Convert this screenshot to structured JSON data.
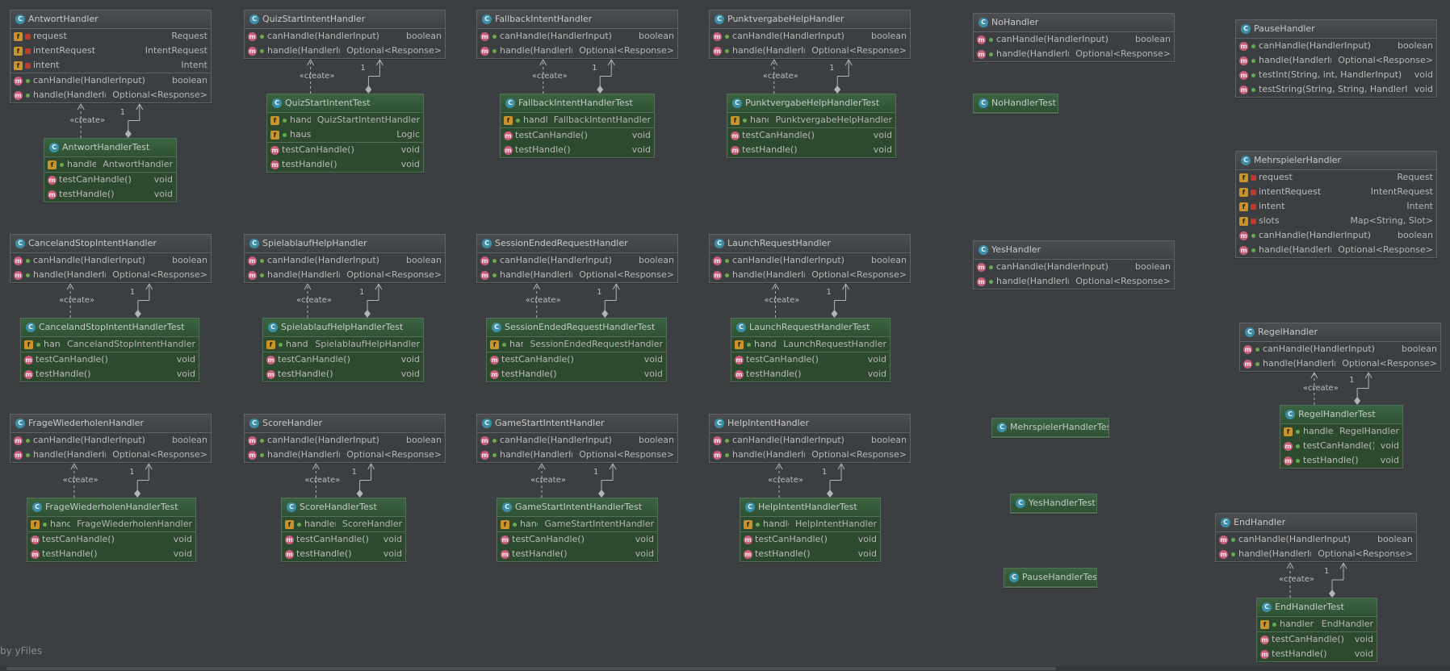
{
  "watermark": "by yFiles",
  "labels": {
    "create": "«create»",
    "one": "1"
  },
  "colors": {
    "background": "#3c3f41",
    "test_node": "#2d4a2f",
    "edge": "#b4b4b4"
  },
  "icons": {
    "class": "class-icon",
    "method": "method-icon",
    "field": "field-icon",
    "test_method": "test-method-icon"
  },
  "classes": [
    {
      "name": "AntwortHandler",
      "kind": "class",
      "members": [
        [
          {
            "icon": "f",
            "vis": "priv",
            "name": "request",
            "type": "Request"
          },
          {
            "icon": "f",
            "vis": "priv",
            "name": "intentRequest",
            "type": "IntentRequest"
          },
          {
            "icon": "f",
            "vis": "priv",
            "name": "intent",
            "type": "Intent"
          }
        ],
        [
          {
            "icon": "m",
            "vis": "pub",
            "name": "canHandle(HandlerInput)",
            "type": "boolean"
          },
          {
            "icon": "m",
            "vis": "pub",
            "name": "handle(HandlerInput)",
            "type": "Optional<Response>"
          }
        ]
      ]
    },
    {
      "name": "AntwortHandlerTest",
      "kind": "test",
      "members": [
        [
          {
            "icon": "f",
            "vis": "pub",
            "name": "handler",
            "type": "AntwortHandler"
          }
        ],
        [
          {
            "icon": "t",
            "vis": "none",
            "name": "testCanHandle()",
            "type": "void"
          },
          {
            "icon": "t",
            "vis": "none",
            "name": "testHandle()",
            "type": "void"
          }
        ]
      ]
    },
    {
      "name": "QuizStartIntentHandler",
      "kind": "class",
      "members": [
        [
          {
            "icon": "m",
            "vis": "pub",
            "name": "canHandle(HandlerInput)",
            "type": "boolean"
          },
          {
            "icon": "m",
            "vis": "pub",
            "name": "handle(HandlerInput)",
            "type": "Optional<Response>"
          }
        ]
      ]
    },
    {
      "name": "QuizStartIntentTest",
      "kind": "test",
      "members": [
        [
          {
            "icon": "f",
            "vis": "pub",
            "name": "handler",
            "type": "QuizStartIntentHandler"
          },
          {
            "icon": "f",
            "vis": "pub",
            "name": "haus",
            "type": "Logic"
          }
        ],
        [
          {
            "icon": "t",
            "vis": "none",
            "name": "testCanHandle()",
            "type": "void"
          },
          {
            "icon": "t",
            "vis": "none",
            "name": "testHandle()",
            "type": "void"
          }
        ]
      ]
    },
    {
      "name": "FallbackIntentHandler",
      "kind": "class",
      "members": [
        [
          {
            "icon": "m",
            "vis": "pub",
            "name": "canHandle(HandlerInput)",
            "type": "boolean"
          },
          {
            "icon": "m",
            "vis": "pub",
            "name": "handle(HandlerInput)",
            "type": "Optional<Response>"
          }
        ]
      ]
    },
    {
      "name": "FallbackIntentHandlerTest",
      "kind": "test",
      "members": [
        [
          {
            "icon": "f",
            "vis": "pub",
            "name": "handler",
            "type": "FallbackIntentHandler"
          }
        ],
        [
          {
            "icon": "t",
            "vis": "none",
            "name": "testCanHandle()",
            "type": "void"
          },
          {
            "icon": "t",
            "vis": "none",
            "name": "testHandle()",
            "type": "void"
          }
        ]
      ]
    },
    {
      "name": "PunktvergabeHelpHandler",
      "kind": "class",
      "members": [
        [
          {
            "icon": "m",
            "vis": "pub",
            "name": "canHandle(HandlerInput)",
            "type": "boolean"
          },
          {
            "icon": "m",
            "vis": "pub",
            "name": "handle(HandlerInput)",
            "type": "Optional<Response>"
          }
        ]
      ]
    },
    {
      "name": "PunktvergabeHelpHandlerTest",
      "kind": "test",
      "members": [
        [
          {
            "icon": "f",
            "vis": "pub",
            "name": "handler",
            "type": "PunktvergabeHelpHandler"
          }
        ],
        [
          {
            "icon": "t",
            "vis": "none",
            "name": "testCanHandle()",
            "type": "void"
          },
          {
            "icon": "t",
            "vis": "none",
            "name": "testHandle()",
            "type": "void"
          }
        ]
      ]
    },
    {
      "name": "NoHandler",
      "kind": "class",
      "members": [
        [
          {
            "icon": "m",
            "vis": "pub",
            "name": "canHandle(HandlerInput)",
            "type": "boolean"
          },
          {
            "icon": "m",
            "vis": "pub",
            "name": "handle(HandlerInput)",
            "type": "Optional<Response>"
          }
        ]
      ]
    },
    {
      "name": "NoHandlerTest",
      "kind": "test",
      "members": []
    },
    {
      "name": "PauseHandler",
      "kind": "class",
      "members": [
        [
          {
            "icon": "m",
            "vis": "pub",
            "name": "canHandle(HandlerInput)",
            "type": "boolean"
          },
          {
            "icon": "m",
            "vis": "pub",
            "name": "handle(HandlerInput)",
            "type": "Optional<Response>"
          },
          {
            "icon": "m",
            "vis": "pub",
            "name": "testInt(String, int, HandlerInput)",
            "type": "void"
          },
          {
            "icon": "m",
            "vis": "pub",
            "name": "testString(String, String, HandlerInput)",
            "type": "void"
          }
        ]
      ]
    },
    {
      "name": "MehrspielerHandler",
      "kind": "class",
      "members": [
        [
          {
            "icon": "f",
            "vis": "priv",
            "name": "request",
            "type": "Request"
          },
          {
            "icon": "f",
            "vis": "priv",
            "name": "intentRequest",
            "type": "IntentRequest"
          },
          {
            "icon": "f",
            "vis": "priv",
            "name": "intent",
            "type": "Intent"
          },
          {
            "icon": "f",
            "vis": "priv",
            "name": "slots",
            "type": "Map<String, Slot>"
          },
          {
            "icon": "m",
            "vis": "pub",
            "name": "canHandle(HandlerInput)",
            "type": "boolean"
          },
          {
            "icon": "m",
            "vis": "pub",
            "name": "handle(HandlerInput)",
            "type": "Optional<Response>"
          }
        ]
      ]
    },
    {
      "name": "CancelandStopIntentHandler",
      "kind": "class",
      "members": [
        [
          {
            "icon": "m",
            "vis": "pub",
            "name": "canHandle(HandlerInput)",
            "type": "boolean"
          },
          {
            "icon": "m",
            "vis": "pub",
            "name": "handle(HandlerInput)",
            "type": "Optional<Response>"
          }
        ]
      ]
    },
    {
      "name": "CancelandStopIntentHandlerTest",
      "kind": "test",
      "members": [
        [
          {
            "icon": "f",
            "vis": "pub",
            "name": "handler",
            "type": "CancelandStopIntentHandler"
          }
        ],
        [
          {
            "icon": "t",
            "vis": "none",
            "name": "testCanHandle()",
            "type": "void"
          },
          {
            "icon": "t",
            "vis": "none",
            "name": "testHandle()",
            "type": "void"
          }
        ]
      ]
    },
    {
      "name": "SpielablaufHelpHandler",
      "kind": "class",
      "members": [
        [
          {
            "icon": "m",
            "vis": "pub",
            "name": "canHandle(HandlerInput)",
            "type": "boolean"
          },
          {
            "icon": "m",
            "vis": "pub",
            "name": "handle(HandlerInput)",
            "type": "Optional<Response>"
          }
        ]
      ]
    },
    {
      "name": "SpielablaufHelpHandlerTest",
      "kind": "test",
      "members": [
        [
          {
            "icon": "f",
            "vis": "pub",
            "name": "handler",
            "type": "SpielablaufHelpHandler"
          }
        ],
        [
          {
            "icon": "t",
            "vis": "none",
            "name": "testCanHandle()",
            "type": "void"
          },
          {
            "icon": "t",
            "vis": "none",
            "name": "testHandle()",
            "type": "void"
          }
        ]
      ]
    },
    {
      "name": "SessionEndedRequestHandler",
      "kind": "class",
      "members": [
        [
          {
            "icon": "m",
            "vis": "pub",
            "name": "canHandle(HandlerInput)",
            "type": "boolean"
          },
          {
            "icon": "m",
            "vis": "pub",
            "name": "handle(HandlerInput)",
            "type": "Optional<Response>"
          }
        ]
      ]
    },
    {
      "name": "SessionEndedRequestHandlerTest",
      "kind": "test",
      "members": [
        [
          {
            "icon": "f",
            "vis": "pub",
            "name": "handler",
            "type": "SessionEndedRequestHandler"
          }
        ],
        [
          {
            "icon": "t",
            "vis": "none",
            "name": "testCanHandle()",
            "type": "void"
          },
          {
            "icon": "t",
            "vis": "none",
            "name": "testHandle()",
            "type": "void"
          }
        ]
      ]
    },
    {
      "name": "LaunchRequestHandler",
      "kind": "class",
      "members": [
        [
          {
            "icon": "m",
            "vis": "pub",
            "name": "canHandle(HandlerInput)",
            "type": "boolean"
          },
          {
            "icon": "m",
            "vis": "pub",
            "name": "handle(HandlerInput)",
            "type": "Optional<Response>"
          }
        ]
      ]
    },
    {
      "name": "LaunchRequestHandlerTest",
      "kind": "test",
      "members": [
        [
          {
            "icon": "f",
            "vis": "pub",
            "name": "handler",
            "type": "LaunchRequestHandler"
          }
        ],
        [
          {
            "icon": "t",
            "vis": "none",
            "name": "testCanHandle()",
            "type": "void"
          },
          {
            "icon": "t",
            "vis": "none",
            "name": "testHandle()",
            "type": "void"
          }
        ]
      ]
    },
    {
      "name": "YesHandler",
      "kind": "class",
      "members": [
        [
          {
            "icon": "m",
            "vis": "pub",
            "name": "canHandle(HandlerInput)",
            "type": "boolean"
          },
          {
            "icon": "m",
            "vis": "pub",
            "name": "handle(HandlerInput)",
            "type": "Optional<Response>"
          }
        ]
      ]
    },
    {
      "name": "RegelHandler",
      "kind": "class",
      "members": [
        [
          {
            "icon": "m",
            "vis": "pub",
            "name": "canHandle(HandlerInput)",
            "type": "boolean"
          },
          {
            "icon": "m",
            "vis": "pub",
            "name": "handle(HandlerInput)",
            "type": "Optional<Response>"
          }
        ]
      ]
    },
    {
      "name": "RegelHandlerTest",
      "kind": "test",
      "members": [
        [
          {
            "icon": "f",
            "vis": "pub",
            "name": "handler",
            "type": "RegelHandler"
          },
          {
            "icon": "t",
            "vis": "pub",
            "name": "testCanHandle()",
            "type": "void"
          },
          {
            "icon": "t",
            "vis": "pub",
            "name": "testHandle()",
            "type": "void"
          }
        ]
      ]
    },
    {
      "name": "FrageWiederholenHandler",
      "kind": "class",
      "members": [
        [
          {
            "icon": "m",
            "vis": "pub",
            "name": "canHandle(HandlerInput)",
            "type": "boolean"
          },
          {
            "icon": "m",
            "vis": "pub",
            "name": "handle(HandlerInput)",
            "type": "Optional<Response>"
          }
        ]
      ]
    },
    {
      "name": "FrageWiederholenHandlerTest",
      "kind": "test",
      "members": [
        [
          {
            "icon": "f",
            "vis": "pub",
            "name": "handler",
            "type": "FrageWiederholenHandler"
          }
        ],
        [
          {
            "icon": "t",
            "vis": "none",
            "name": "testCanHandle()",
            "type": "void"
          },
          {
            "icon": "t",
            "vis": "none",
            "name": "testHandle()",
            "type": "void"
          }
        ]
      ]
    },
    {
      "name": "ScoreHandler",
      "kind": "class",
      "members": [
        [
          {
            "icon": "m",
            "vis": "pub",
            "name": "canHandle(HandlerInput)",
            "type": "boolean"
          },
          {
            "icon": "m",
            "vis": "pub",
            "name": "handle(HandlerInput)",
            "type": "Optional<Response>"
          }
        ]
      ]
    },
    {
      "name": "ScoreHandlerTest",
      "kind": "test",
      "members": [
        [
          {
            "icon": "f",
            "vis": "pub",
            "name": "handler",
            "type": "ScoreHandler"
          }
        ],
        [
          {
            "icon": "t",
            "vis": "none",
            "name": "testCanHandle()",
            "type": "void"
          },
          {
            "icon": "t",
            "vis": "none",
            "name": "testHandle()",
            "type": "void"
          }
        ]
      ]
    },
    {
      "name": "GameStartIntentHandler",
      "kind": "class",
      "members": [
        [
          {
            "icon": "m",
            "vis": "pub",
            "name": "canHandle(HandlerInput)",
            "type": "boolean"
          },
          {
            "icon": "m",
            "vis": "pub",
            "name": "handle(HandlerInput)",
            "type": "Optional<Response>"
          }
        ]
      ]
    },
    {
      "name": "GameStartIntentHandlerTest",
      "kind": "test",
      "members": [
        [
          {
            "icon": "f",
            "vis": "pub",
            "name": "handler",
            "type": "GameStartIntentHandler"
          }
        ],
        [
          {
            "icon": "t",
            "vis": "none",
            "name": "testCanHandle()",
            "type": "void"
          },
          {
            "icon": "t",
            "vis": "none",
            "name": "testHandle()",
            "type": "void"
          }
        ]
      ]
    },
    {
      "name": "HelpIntentHandler",
      "kind": "class",
      "members": [
        [
          {
            "icon": "m",
            "vis": "pub",
            "name": "canHandle(HandlerInput)",
            "type": "boolean"
          },
          {
            "icon": "m",
            "vis": "pub",
            "name": "handle(HandlerInput)",
            "type": "Optional<Response>"
          }
        ]
      ]
    },
    {
      "name": "HelpIntentHandlerTest",
      "kind": "test",
      "members": [
        [
          {
            "icon": "f",
            "vis": "pub",
            "name": "handler",
            "type": "HelpIntentHandler"
          }
        ],
        [
          {
            "icon": "t",
            "vis": "none",
            "name": "testCanHandle()",
            "type": "void"
          },
          {
            "icon": "t",
            "vis": "none",
            "name": "testHandle()",
            "type": "void"
          }
        ]
      ]
    },
    {
      "name": "MehrspielerHandlerTest",
      "kind": "test",
      "members": []
    },
    {
      "name": "YesHandlerTest",
      "kind": "test",
      "members": []
    },
    {
      "name": "PauseHandlerTest",
      "kind": "test",
      "members": []
    },
    {
      "name": "EndHandler",
      "kind": "class",
      "members": [
        [
          {
            "icon": "m",
            "vis": "pub",
            "name": "canHandle(HandlerInput)",
            "type": "boolean"
          },
          {
            "icon": "m",
            "vis": "pub",
            "name": "handle(HandlerInput)",
            "type": "Optional<Response>"
          }
        ]
      ]
    },
    {
      "name": "EndHandlerTest",
      "kind": "test",
      "members": [
        [
          {
            "icon": "f",
            "vis": "pub",
            "name": "handler",
            "type": "EndHandler"
          }
        ],
        [
          {
            "icon": "t",
            "vis": "none",
            "name": "testCanHandle()",
            "type": "void"
          },
          {
            "icon": "t",
            "vis": "none",
            "name": "testHandle()",
            "type": "void"
          }
        ]
      ]
    }
  ],
  "relations": [
    {
      "test": "AntwortHandlerTest",
      "target": "AntwortHandler"
    },
    {
      "test": "QuizStartIntentTest",
      "target": "QuizStartIntentHandler"
    },
    {
      "test": "FallbackIntentHandlerTest",
      "target": "FallbackIntentHandler"
    },
    {
      "test": "PunktvergabeHelpHandlerTest",
      "target": "PunktvergabeHelpHandler"
    },
    {
      "test": "CancelandStopIntentHandlerTest",
      "target": "CancelandStopIntentHandler"
    },
    {
      "test": "SpielablaufHelpHandlerTest",
      "target": "SpielablaufHelpHandler"
    },
    {
      "test": "SessionEndedRequestHandlerTest",
      "target": "SessionEndedRequestHandler"
    },
    {
      "test": "LaunchRequestHandlerTest",
      "target": "LaunchRequestHandler"
    },
    {
      "test": "FrageWiederholenHandlerTest",
      "target": "FrageWiederholenHandler"
    },
    {
      "test": "ScoreHandlerTest",
      "target": "ScoreHandler"
    },
    {
      "test": "GameStartIntentHandlerTest",
      "target": "GameStartIntentHandler"
    },
    {
      "test": "HelpIntentHandlerTest",
      "target": "HelpIntentHandler"
    },
    {
      "test": "RegelHandlerTest",
      "target": "RegelHandler"
    },
    {
      "test": "EndHandlerTest",
      "target": "EndHandler"
    }
  ]
}
